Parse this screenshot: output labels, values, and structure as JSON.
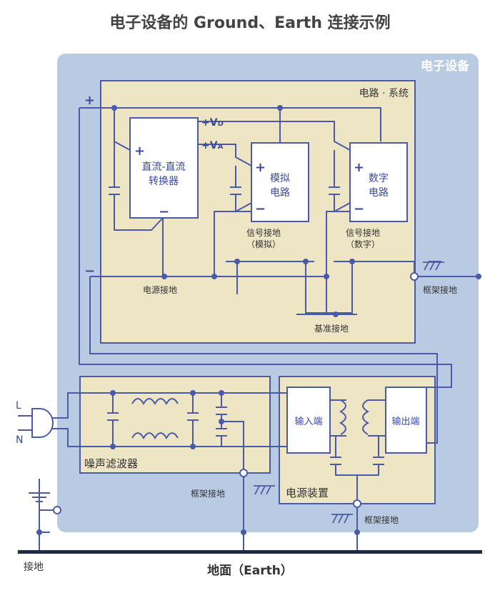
{
  "title": "电子设备的 Ground、Earth 连接示例",
  "device_label": "电子设备",
  "circuit_label": "电路 · 系统",
  "dcdc": {
    "line1": "直流-直流",
    "line2": "转换器"
  },
  "analog": {
    "line1": "模拟",
    "line2": "电路"
  },
  "digital": {
    "line1": "数字",
    "line2": "电路"
  },
  "vd_label": "+V",
  "vd_sub": "D",
  "va_label": "+V",
  "va_sub": "A",
  "plus": "+",
  "minus": "−",
  "sig_ground_analog": {
    "line1": "信号接地",
    "line2": "（模拟）"
  },
  "sig_ground_digital": {
    "line1": "信号接地",
    "line2": "（数字）"
  },
  "power_ground": "电源接地",
  "reference_ground": "基准接地",
  "frame_ground": "框架接地",
  "noise_filter": "噪声滤波器",
  "psu_label": "电源装置",
  "input_end": "输入端",
  "output_end": "输出端",
  "plug_l": "L",
  "plug_n": "N",
  "earth_ground": "接地",
  "earth_label": "地面（Earth）",
  "colors": {
    "device_bg": "#b9cbe3",
    "circuit_bg": "#ede5c4",
    "wire": "#4a5aa8",
    "box_text": "#3a4b9c",
    "label_text": "#333333",
    "ground_bar": "#1f2b46"
  }
}
